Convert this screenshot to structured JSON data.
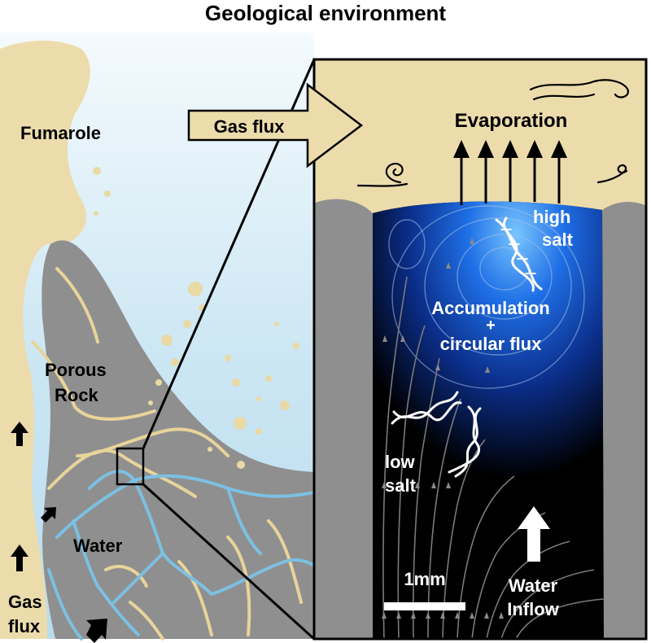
{
  "title": "Geological environment",
  "left_panel": {
    "fumarole_label": "Fumarole",
    "porous_rock_line1": "Porous",
    "porous_rock_line2": "Rock",
    "water_label": "Water",
    "gas_flux_line1": "Gas",
    "gas_flux_line2": "flux"
  },
  "arrow_label": "Gas flux",
  "inset": {
    "evaporation_label": "Evaporation",
    "high_salt_line1": "high",
    "high_salt_line2": "salt",
    "accumulation_line1": "Accumulation",
    "accumulation_line2": "+",
    "accumulation_line3": "circular flux",
    "low_salt_line1": "low",
    "low_salt_line2": "salt",
    "scale_label": "1mm",
    "water_inflow_line1": "Water",
    "water_inflow_line2": "Inflow"
  },
  "colors": {
    "sand": "#ecdcac",
    "sky": "#cde6f2",
    "rock": "#8f8f8f",
    "water_line": "#7cc0e2",
    "vein": "#e8d49a",
    "cavity": "#000000",
    "glow": "#1f6fe6"
  },
  "icons": [
    "up-arrow-icon",
    "dna-helix-icon",
    "swirl-icon",
    "scale-bar-icon"
  ]
}
